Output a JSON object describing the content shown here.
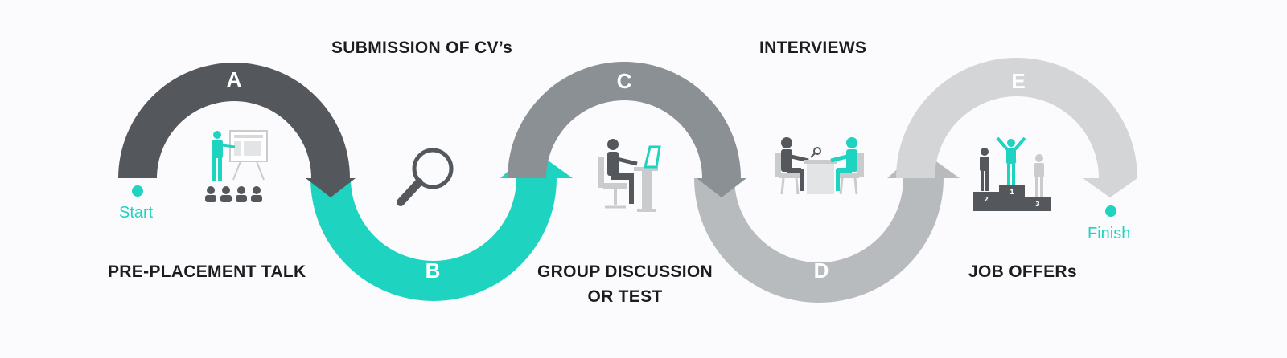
{
  "steps": [
    {
      "letter": "A",
      "title": "PRE-PLACEMENT TALK",
      "color": "#54585c"
    },
    {
      "letter": "B",
      "title": "SUBMISSION OF CV’s",
      "color": "#1fd3c1"
    },
    {
      "letter": "C",
      "title": "GROUP DISCUSSION",
      "title_line2": "OR TEST",
      "color": "#8a9094"
    },
    {
      "letter": "D",
      "title": "INTERVIEWS",
      "color": "#b7bbbe"
    },
    {
      "letter": "E",
      "title": "JOB OFFERs",
      "color": "#d3d5d7"
    }
  ],
  "start_label": "Start",
  "finish_label": "Finish",
  "podium_numbers": [
    "2",
    "1",
    "3"
  ],
  "accent_color": "#1fd3c1",
  "icons": [
    "presentation-icon",
    "magnifier-icon",
    "laptop-desk-icon",
    "interview-icon",
    "podium-icon"
  ]
}
